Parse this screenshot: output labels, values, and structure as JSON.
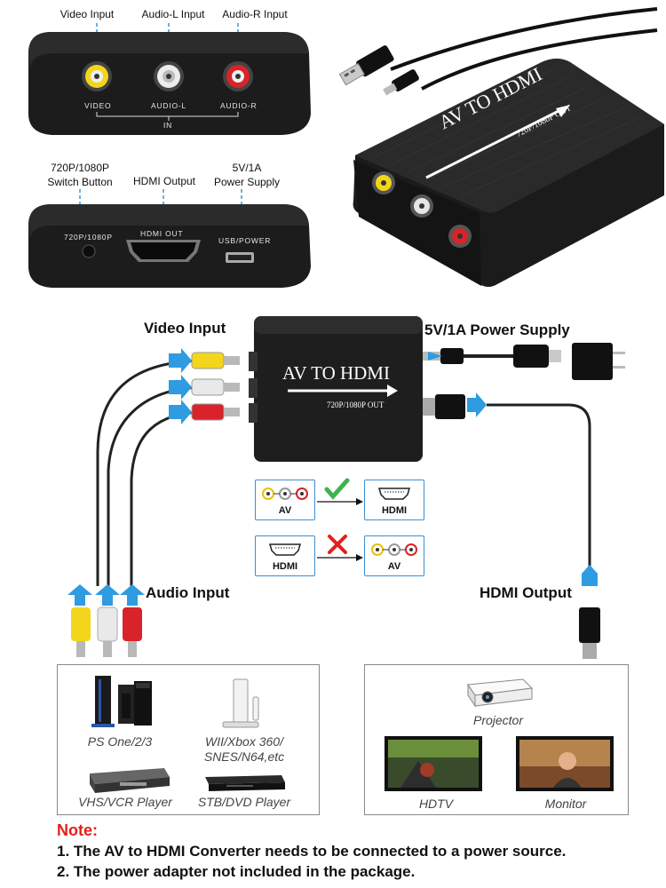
{
  "top_panel_labels": {
    "video_input": "Video Input",
    "audio_l_input": "Audio-L Input",
    "audio_r_input": "Audio-R Input",
    "switch_button": "720P/1080P\nSwitch Button",
    "hdmi_output": "HDMI Output",
    "power_supply": "5V/1A\nPower Supply"
  },
  "front_panel": {
    "video": "VIDEO",
    "audio_l": "AUDIO-L",
    "audio_r": "AUDIO-R",
    "in": "IN"
  },
  "back_panel": {
    "switch": "720P/1080P",
    "hdmi_out": "HDMI OUT",
    "usb_power": "USB/POWER"
  },
  "product_box": {
    "title": "AV TO HDMI",
    "subtitle": "720P/1080P OUT"
  },
  "diagram": {
    "video_input": "Video Input",
    "power_supply": "5V/1A Power Supply",
    "audio_input": "Audio Input",
    "hdmi_output": "HDMI Output",
    "converter_title": "AV TO HDMI",
    "converter_subtitle": "720P/1080P OUT"
  },
  "flow": {
    "ok_from": "AV",
    "ok_to": "HDMI",
    "bad_from": "HDMI",
    "bad_to": "AV"
  },
  "sources": {
    "ps": "PS One/2/3",
    "wii": "WII/Xbox 360/\nSNES/N64,etc",
    "vhs": "VHS/VCR Player",
    "stb": "STB/DVD Player"
  },
  "displays": {
    "projector": "Projector",
    "hdtv": "HDTV",
    "monitor": "Monitor"
  },
  "note": {
    "title": "Note:",
    "line1": "1. The AV to HDMI Converter needs to be connected to a power source.",
    "line2": "2. The power adapter not included in the package."
  },
  "colors": {
    "accent_blue": "#2f9be0",
    "note_red": "#e3201b",
    "check_green": "#3fb34f",
    "cross_red": "#e3201b",
    "rca_yellow": "#f3d61b",
    "rca_white": "#e9e9e9",
    "rca_red": "#d8232a"
  }
}
